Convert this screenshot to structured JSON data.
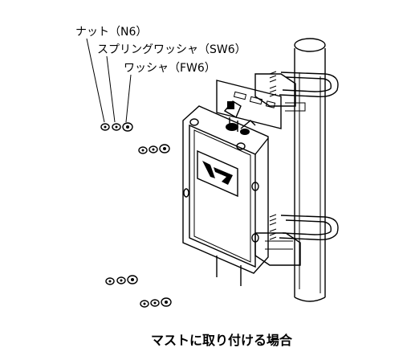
{
  "labels": {
    "nut": "ナット（N6）",
    "spring_washer": "スプリングワッシャ（SW6）",
    "washer": "ワッシャ（FW6）"
  },
  "caption": "マストに取り付ける場合",
  "colors": {
    "line": "#000000",
    "background": "#ffffff",
    "washer_fill": "#d8d8d8"
  },
  "icons": {
    "logo": "brand-logo-mark"
  }
}
